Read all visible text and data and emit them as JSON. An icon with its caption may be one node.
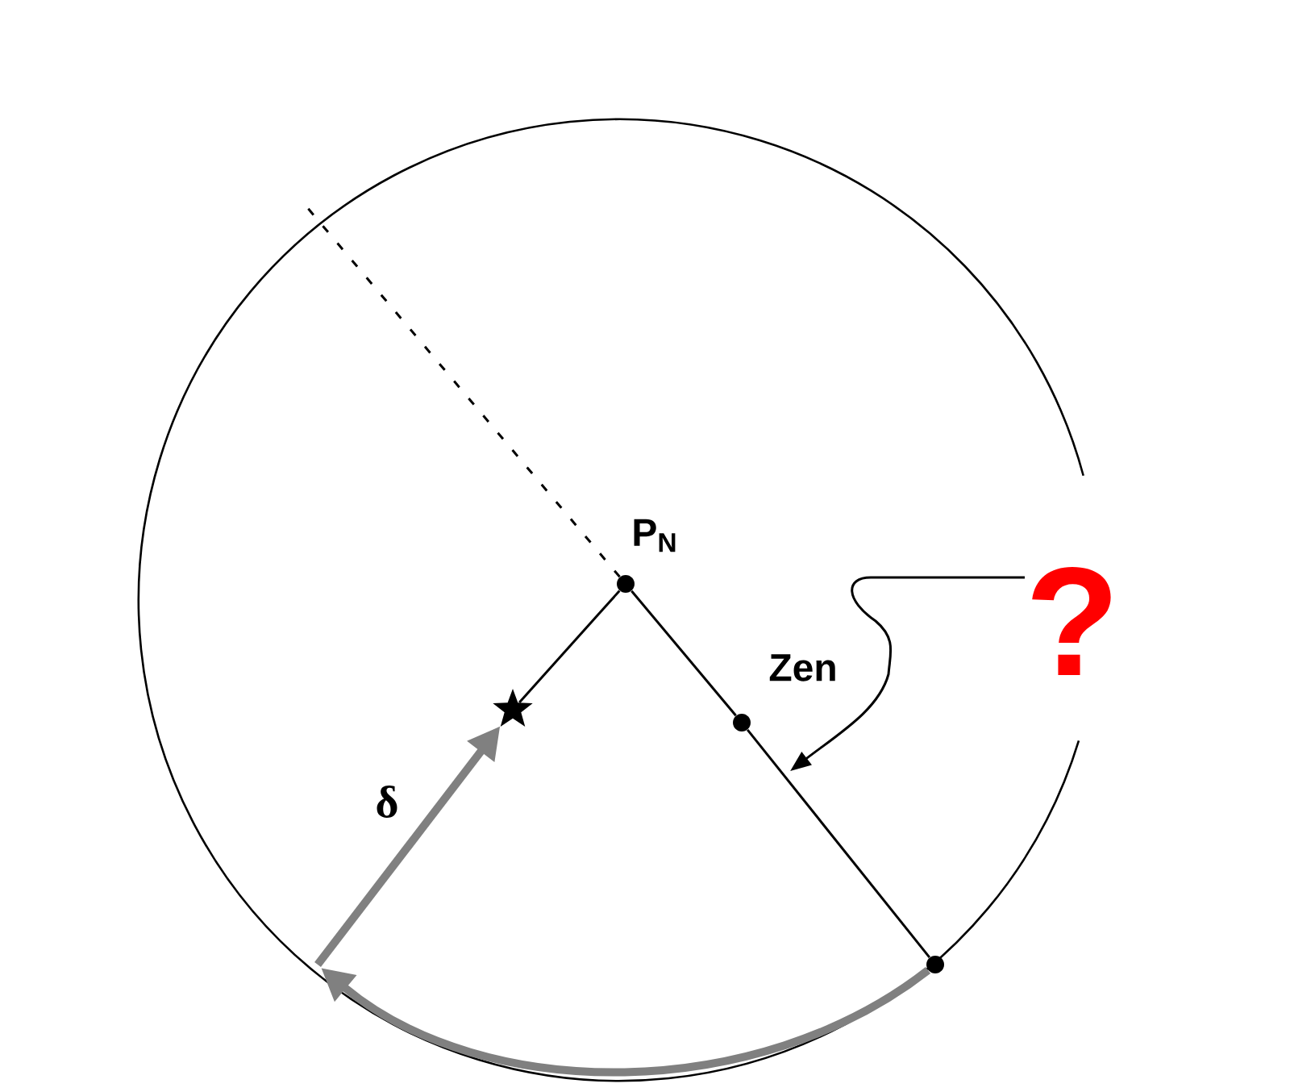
{
  "diagram": {
    "nodes": [
      {
        "text": [],
        "shape": "circle",
        "beside": [
          "P$_{N}$"
        ]
      },
      {
        "text": [],
        "shape": "star"
      },
      {
        "text": [],
        "shape": "circle",
        "beside": [
          "Zen"
        ]
      },
      {
        "text": [],
        "shape": "circle"
      },
      {
        "text": [
          "?"
        ]
      }
    ],
    "edges": [
      {
        "from": 0,
        "to": 1,
        "arrow": "none"
      },
      {
        "from": 0,
        "to": 2,
        "arrow": "none"
      },
      {
        "from": 2,
        "to": 3,
        "arrow": "none"
      },
      {
        "from": null,
        "to": 1,
        "arrow": "to",
        "label": "δ",
        "style": "thick",
        "color": "#808080"
      },
      {
        "from": 3,
        "to": null,
        "arrow": "to",
        "style": "thick",
        "color": "#808080"
      },
      {
        "from": 0,
        "to": null,
        "arrow": "none",
        "style": "dashed"
      },
      {
        "from": 4,
        "to": null,
        "arrow": "to"
      }
    ]
  }
}
